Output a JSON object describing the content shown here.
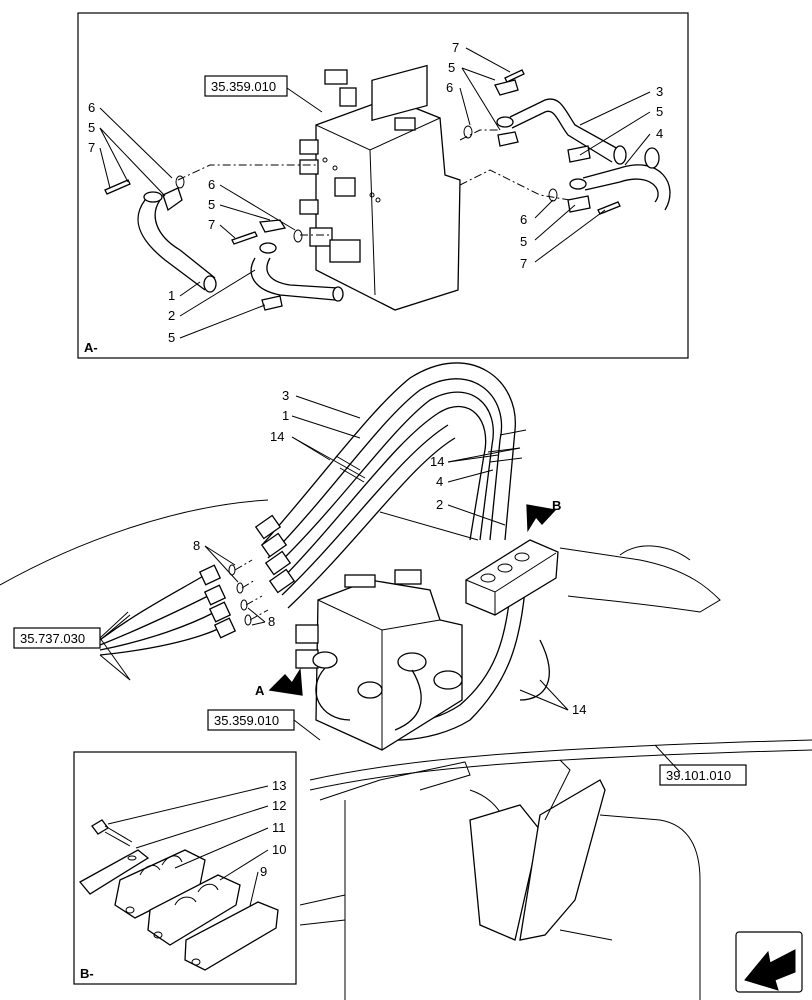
{
  "detail_a": {
    "label": "A-",
    "ref": "35.359.010"
  },
  "detail_b": {
    "label": "B-"
  },
  "main": {
    "ref_valve": "35.359.010",
    "ref_lines": "35.737.030",
    "ref_frame": "39.101.010",
    "view_a": "A",
    "view_b": "B"
  },
  "callouts_a": [
    "7",
    "5",
    "6",
    "3",
    "5",
    "4",
    "6",
    "5",
    "7",
    "6",
    "5",
    "7",
    "6",
    "5",
    "7",
    "1",
    "2",
    "5"
  ],
  "callouts_main": [
    "3",
    "1",
    "14",
    "14",
    "4",
    "2",
    "8",
    "8",
    "14"
  ],
  "callouts_b": [
    "13",
    "12",
    "11",
    "10",
    "9"
  ],
  "icons": [
    "nav-arrow-icon"
  ]
}
